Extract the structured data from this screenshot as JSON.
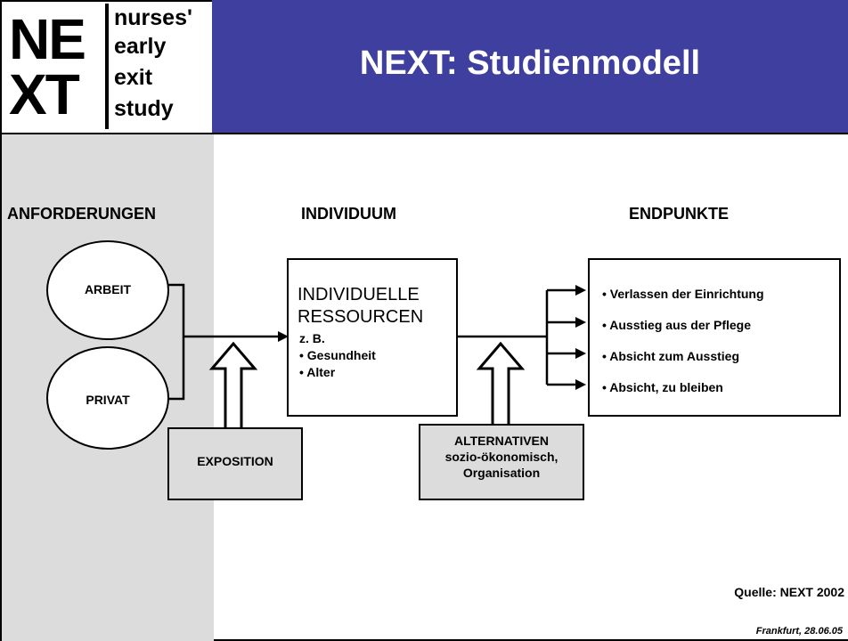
{
  "logo": {
    "big_top": "NE",
    "big_bottom": "XT",
    "words": [
      "nurses'",
      "early",
      "exit",
      "study"
    ]
  },
  "title": "NEXT: Studienmodell",
  "colors": {
    "header": "#3f3f9f",
    "sidebar": "#dcdcdc"
  },
  "headings": {
    "anforderungen": "ANFORDERUNGEN",
    "individuum": "INDIVIDUUM",
    "endpunkte": "ENDPUNKTE"
  },
  "demands": {
    "arbeit": "ARBEIT",
    "privat": "PRIVAT"
  },
  "individual_box": {
    "title_line1": "INDIVIDUELLE",
    "title_line2": "RESSOURCEN",
    "example": "z. B.",
    "items": [
      "• Gesundheit",
      "• Alter"
    ]
  },
  "exposition": "EXPOSITION",
  "alternatives": {
    "line1": "ALTERNATIVEN",
    "line2": "sozio-ökonomisch,",
    "line3": "Organisation"
  },
  "endpoints": [
    "• Verlassen der Einrichtung",
    "• Ausstieg aus der Pflege",
    "• Absicht zum Ausstieg",
    "• Absicht, zu bleiben"
  ],
  "source": "Quelle: NEXT 2002",
  "footer": "Frankfurt, 28.06.05"
}
